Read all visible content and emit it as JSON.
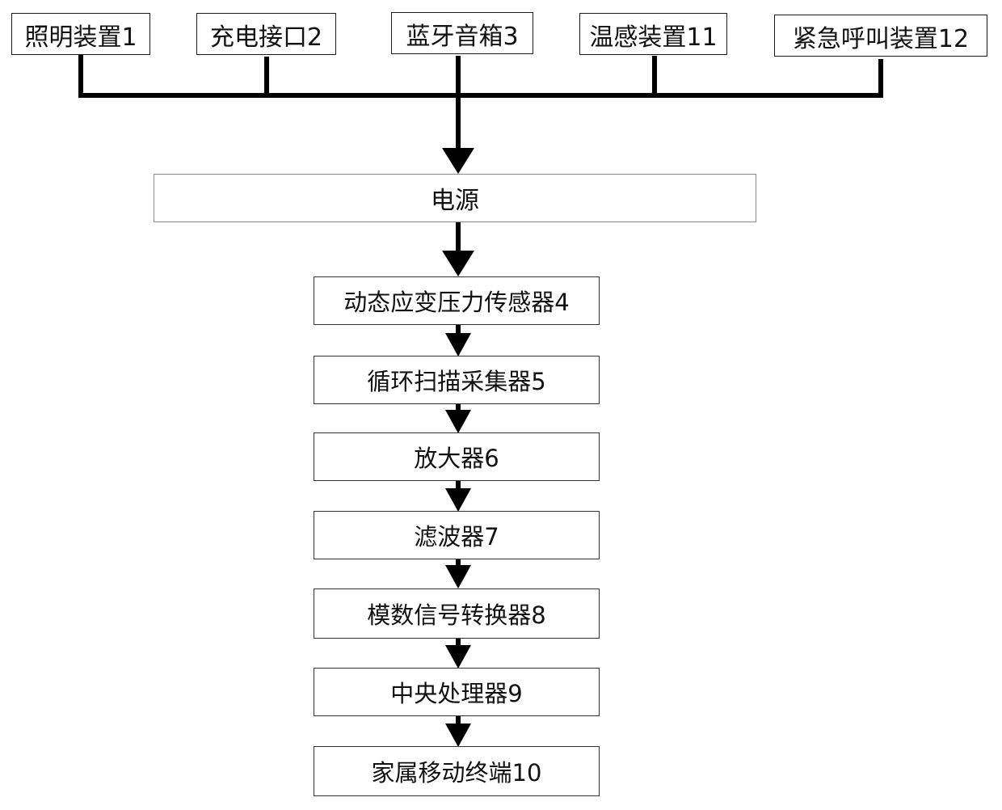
{
  "peripherals": [
    {
      "id": "lighting",
      "label": "照明装置1"
    },
    {
      "id": "charging",
      "label": "充电接口2"
    },
    {
      "id": "speaker",
      "label": "蓝牙音箱3"
    },
    {
      "id": "temperature",
      "label": "温感装置11"
    },
    {
      "id": "emergency",
      "label": "紧急呼叫装置12"
    }
  ],
  "power": {
    "label": "电源"
  },
  "chain": [
    {
      "id": "sensor",
      "label": "动态应变压力传感器4"
    },
    {
      "id": "collector",
      "label": "循环扫描采集器5"
    },
    {
      "id": "amplifier",
      "label": "放大器6"
    },
    {
      "id": "filter",
      "label": "滤波器7"
    },
    {
      "id": "adc",
      "label": "模数信号转换器8"
    },
    {
      "id": "cpu",
      "label": "中央处理器9"
    },
    {
      "id": "terminal",
      "label": "家属移动终端10"
    }
  ],
  "colors": {
    "line": "#000000",
    "border": "#1a1a1a",
    "text": "#111111"
  }
}
